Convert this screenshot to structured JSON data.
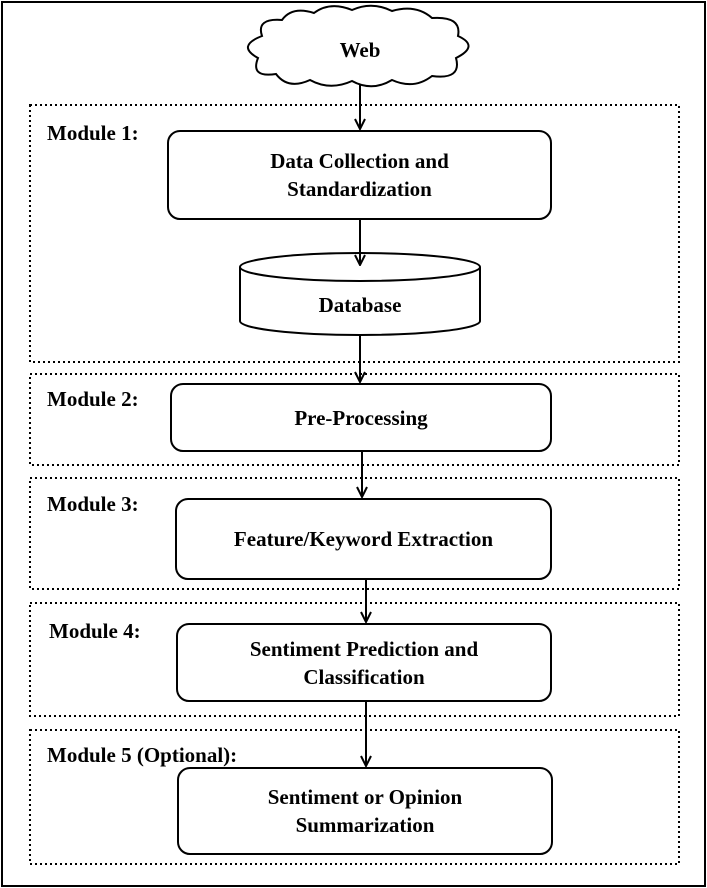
{
  "source": {
    "label": "Web"
  },
  "modules": [
    {
      "label": "Module 1:",
      "nodes": [
        "Data Collection and\nStandardization",
        "Database"
      ]
    },
    {
      "label": "Module 2:",
      "nodes": [
        "Pre-Processing"
      ]
    },
    {
      "label": "Module 3:",
      "nodes": [
        "Feature/Keyword Extraction"
      ]
    },
    {
      "label": "Module 4:",
      "nodes": [
        "Sentiment Prediction and\nClassification"
      ]
    },
    {
      "label": "Module 5 (Optional):",
      "nodes": [
        "Sentiment or Opinion\nSummarization"
      ]
    }
  ]
}
